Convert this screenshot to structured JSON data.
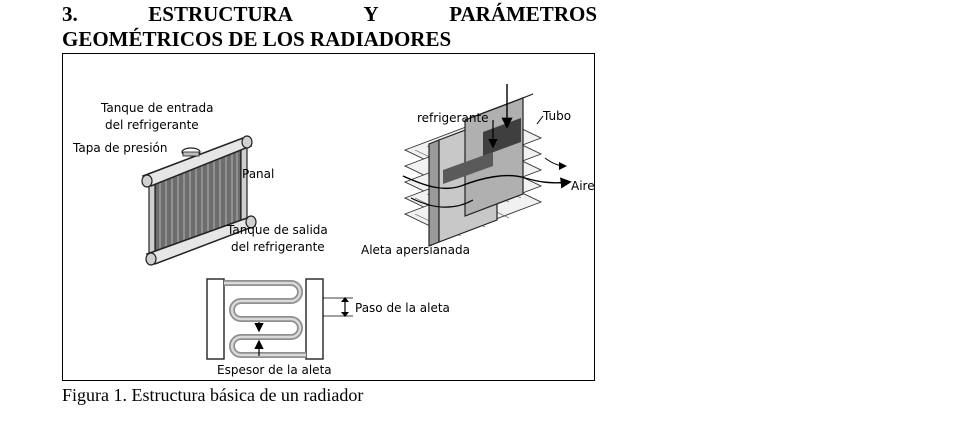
{
  "heading": {
    "number": "3.",
    "word1": "ESTRUCTURA",
    "word2": "Y",
    "word3": "PARÁMETROS",
    "line2": "GEOMÉTRICOS DE LOS RADIADORES"
  },
  "figure": {
    "labels": {
      "inlet_tank_line1": "Tanque de entrada",
      "inlet_tank_line2": "del refrigerante",
      "pressure_cap": "Tapa de presión",
      "panel": "Panal",
      "outlet_tank_line1": "Tanque de salida",
      "outlet_tank_line2": "del refrigerante",
      "coolant": "refrigerante",
      "tube": "Tubo",
      "air": "Aire",
      "louvered_fin": "Aleta apersianada",
      "fin_pitch": "Paso de la aleta",
      "fin_thickness": "Espesor de la aleta"
    }
  },
  "caption": "Figura 1. Estructura básica de un radiador"
}
